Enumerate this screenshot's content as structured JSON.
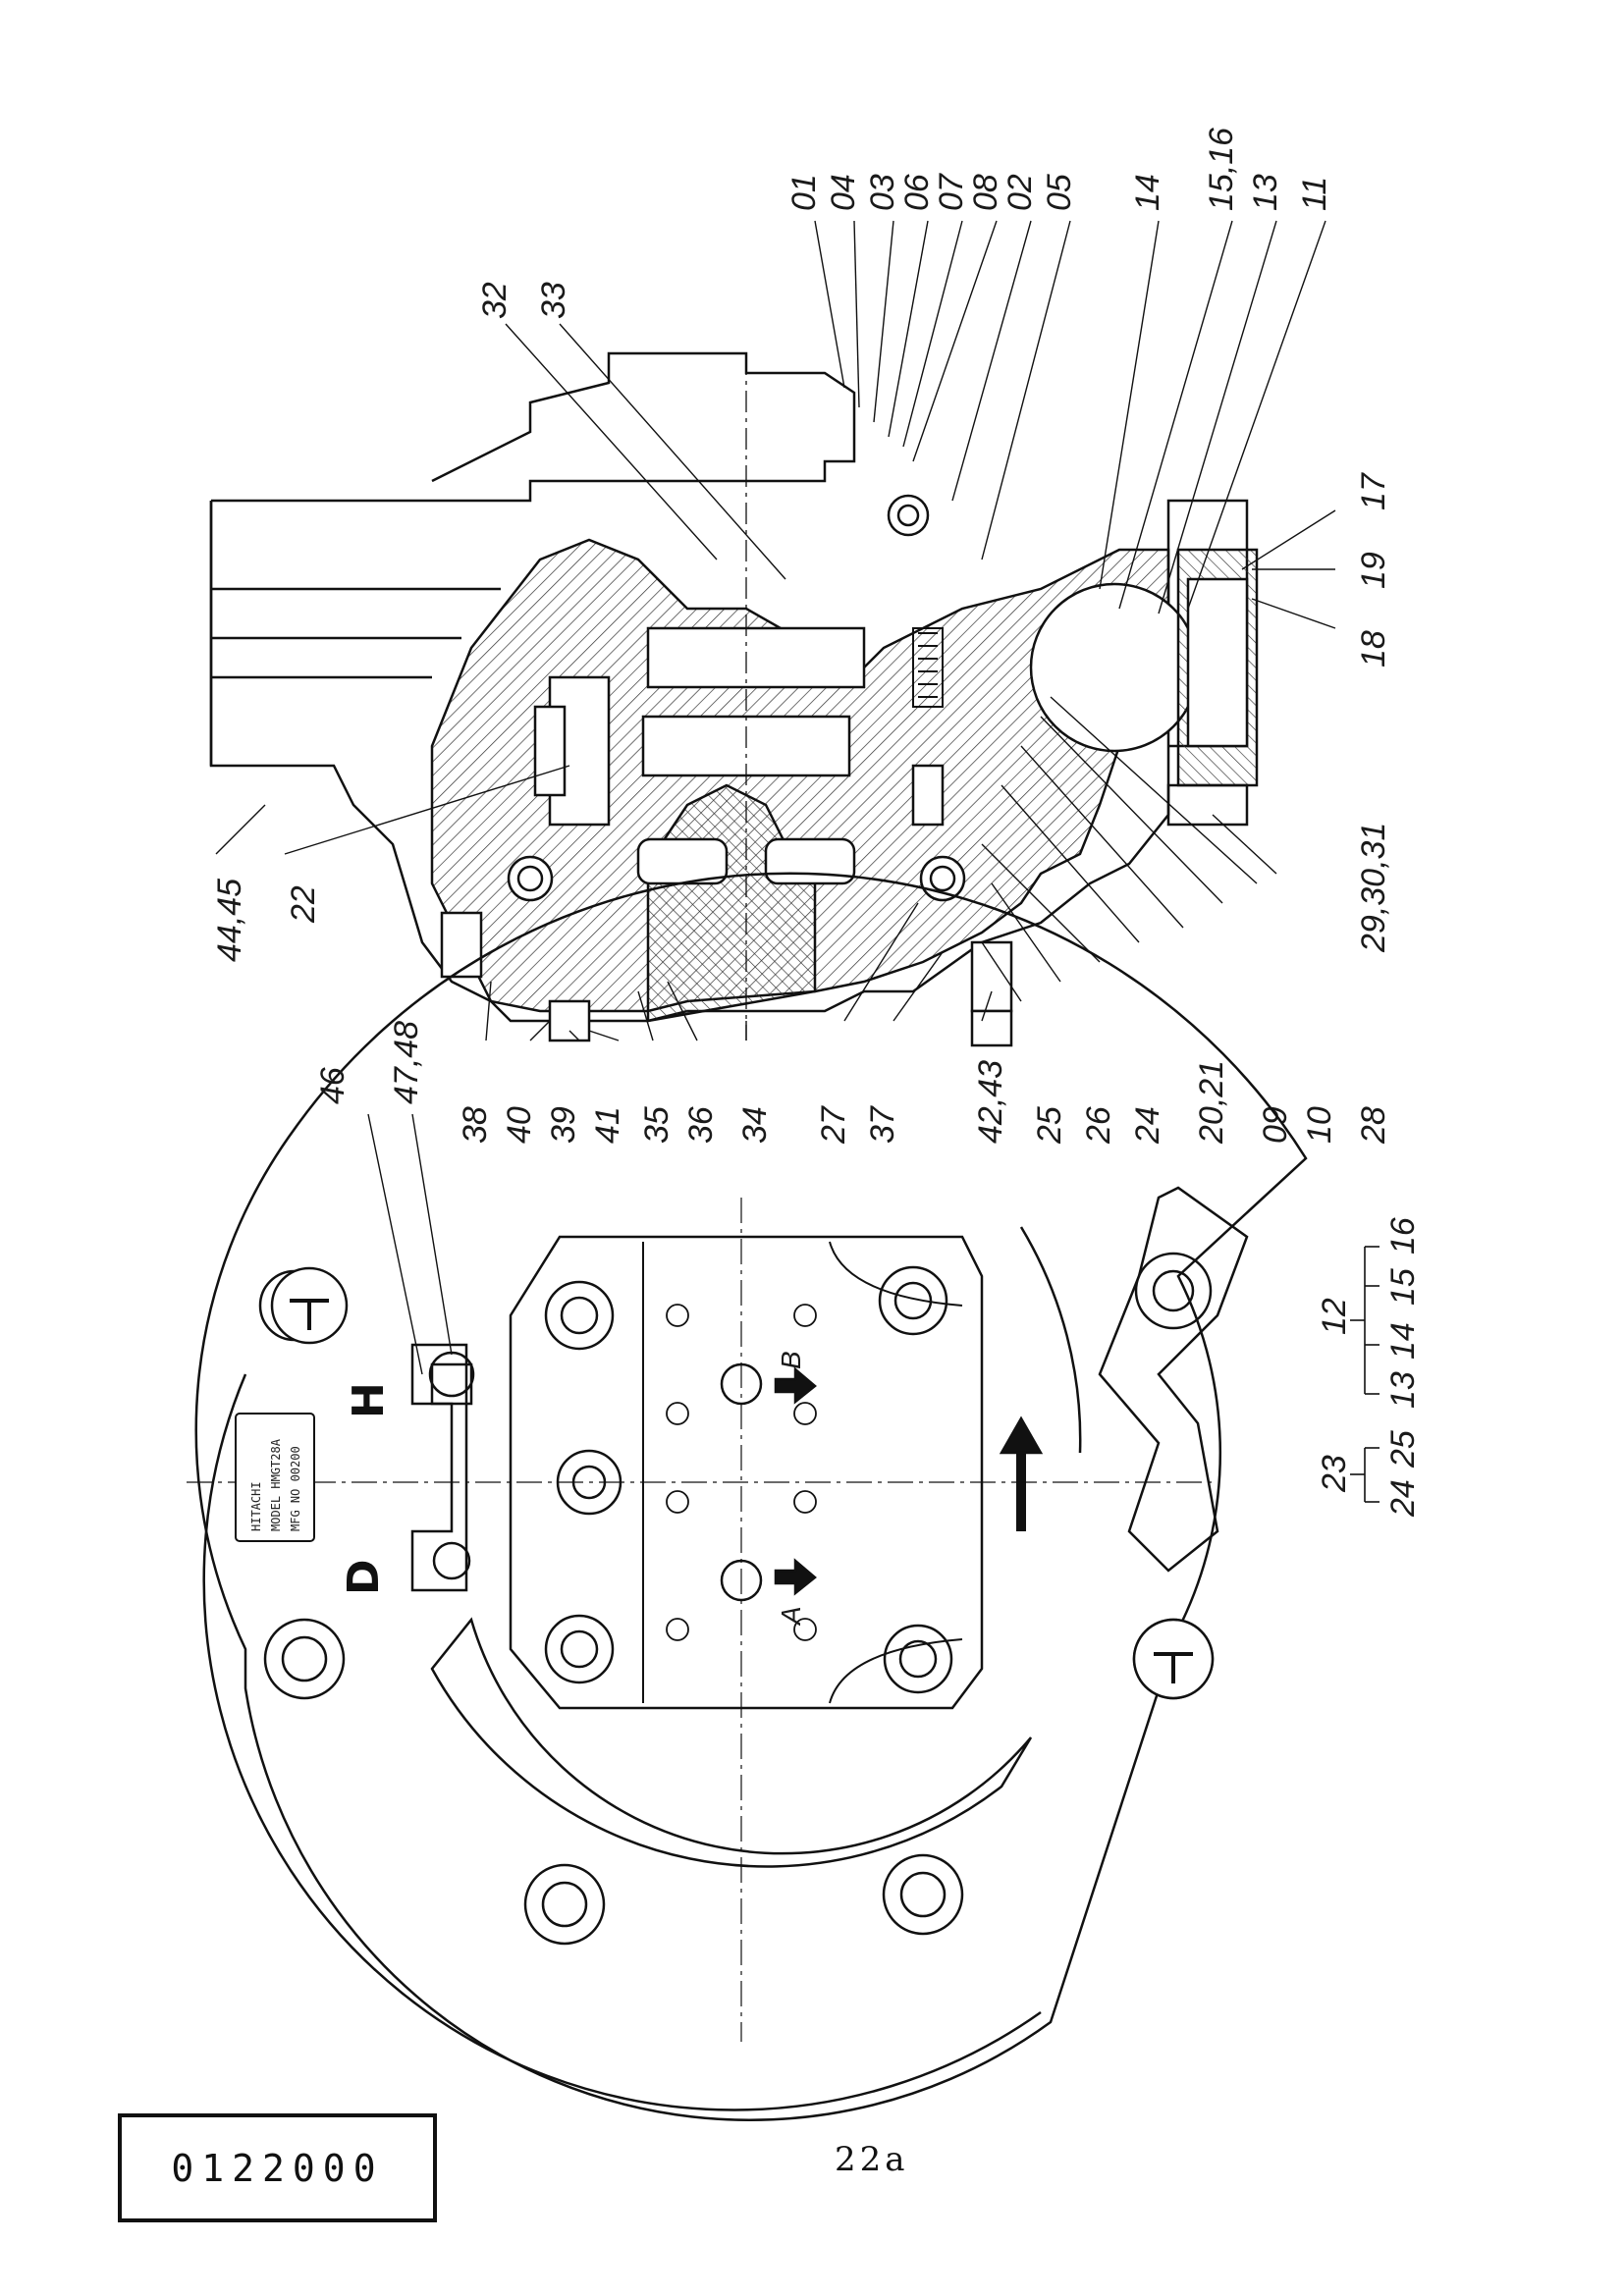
{
  "page": {
    "code": "0122000",
    "number": "22a"
  },
  "section_callouts": [
    "01",
    "04",
    "03",
    "06",
    "07",
    "08",
    "02",
    "05",
    "14",
    "15,16",
    "13",
    "11",
    "32",
    "33",
    "17",
    "19",
    "18",
    "29,30,31",
    "28",
    "10",
    "09",
    "20,21",
    "24",
    "26",
    "25",
    "42,43",
    "37",
    "27",
    "34",
    "36",
    "35",
    "41",
    "39",
    "40",
    "38",
    "22",
    "44,45"
  ],
  "plan_callouts": [
    "46",
    "47,48"
  ],
  "plan_letters": {
    "D": "D",
    "H": "H",
    "port_A": "A",
    "port_B": "B"
  },
  "nameplate": {
    "line1": "HITACHI",
    "line2": "MODEL HMGT28A",
    "line3": "MFG NO 00200"
  },
  "kit_tree": {
    "group_12": {
      "parent": "12",
      "children": [
        "13",
        "14",
        "15",
        "16"
      ]
    },
    "group_23": {
      "parent": "23",
      "children": [
        "24",
        "25"
      ]
    }
  }
}
